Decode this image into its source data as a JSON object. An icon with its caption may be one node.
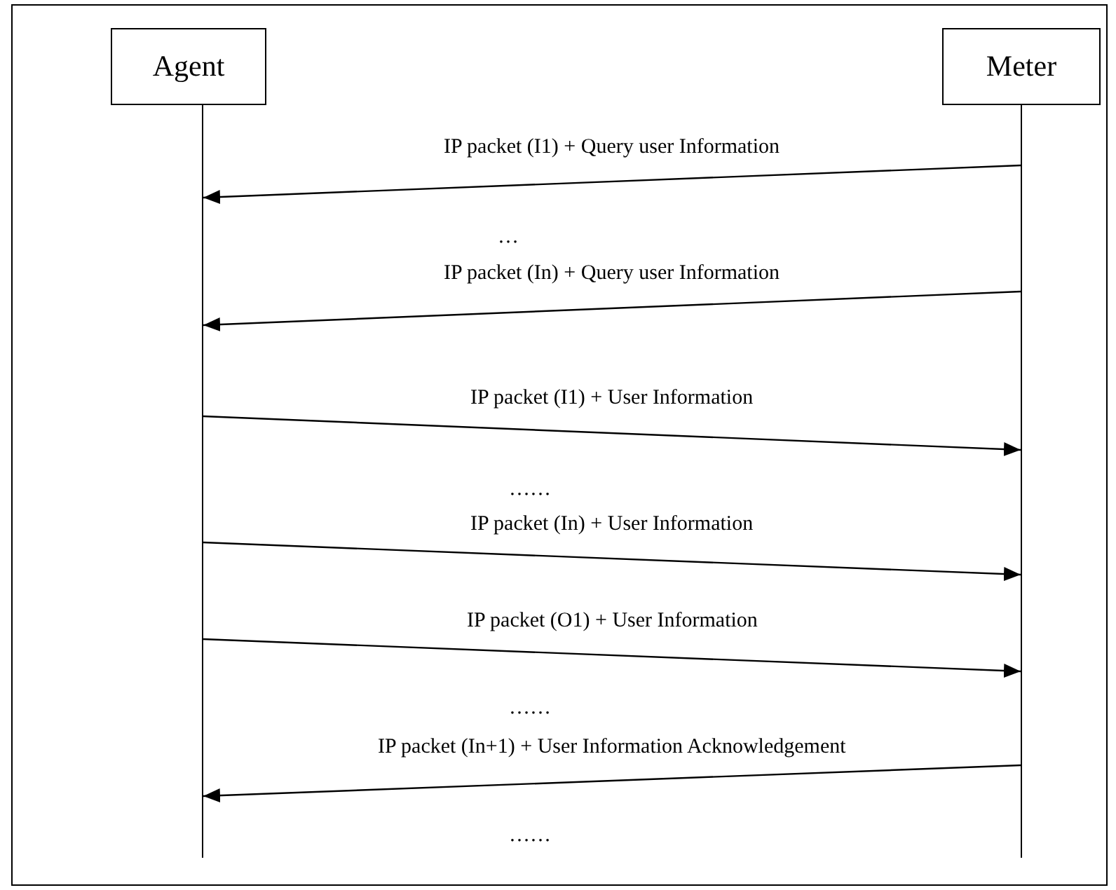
{
  "diagram": {
    "nodes": [
      {
        "text": [
          "Agent"
        ]
      },
      {
        "text": [
          "Meter"
        ]
      },
      {
        "text": [],
        "shape": "bar"
      },
      {
        "text": [],
        "shape": "bar"
      }
    ],
    "edges": [
      {
        "from": 3,
        "to": 2,
        "arrow": "to",
        "label": "IP packet (I1) + Query user Information"
      },
      {
        "from": 3,
        "to": 2,
        "arrow": "to",
        "label": "IP packet (In) + Query user Information"
      },
      {
        "from": 2,
        "to": 3,
        "arrow": "to",
        "label": "IP packet (I1) + User Information"
      },
      {
        "from": 2,
        "to": 3,
        "arrow": "to",
        "label": "IP packet (In) + User Information"
      },
      {
        "from": 2,
        "to": 3,
        "arrow": "to",
        "label": "IP packet (O1) + User Information"
      },
      {
        "from": 3,
        "to": 2,
        "arrow": "to",
        "label": "IP packet (In+1) + User Information Acknowledgement"
      }
    ],
    "labels": [
      "…",
      "……",
      "……",
      "……"
    ]
  }
}
